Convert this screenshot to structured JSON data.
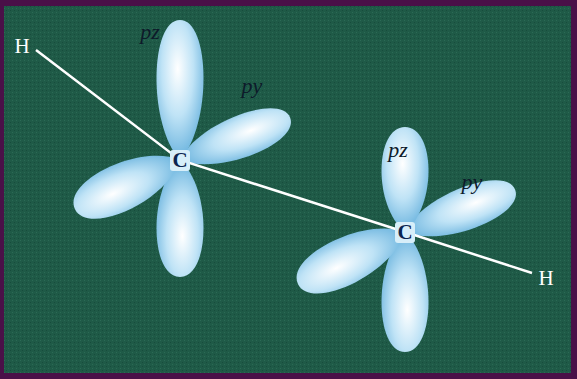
{
  "diagram": {
    "labels": [
      "H",
      "pz",
      "py",
      "C",
      "pz",
      "py",
      "C",
      "H"
    ]
  }
}
